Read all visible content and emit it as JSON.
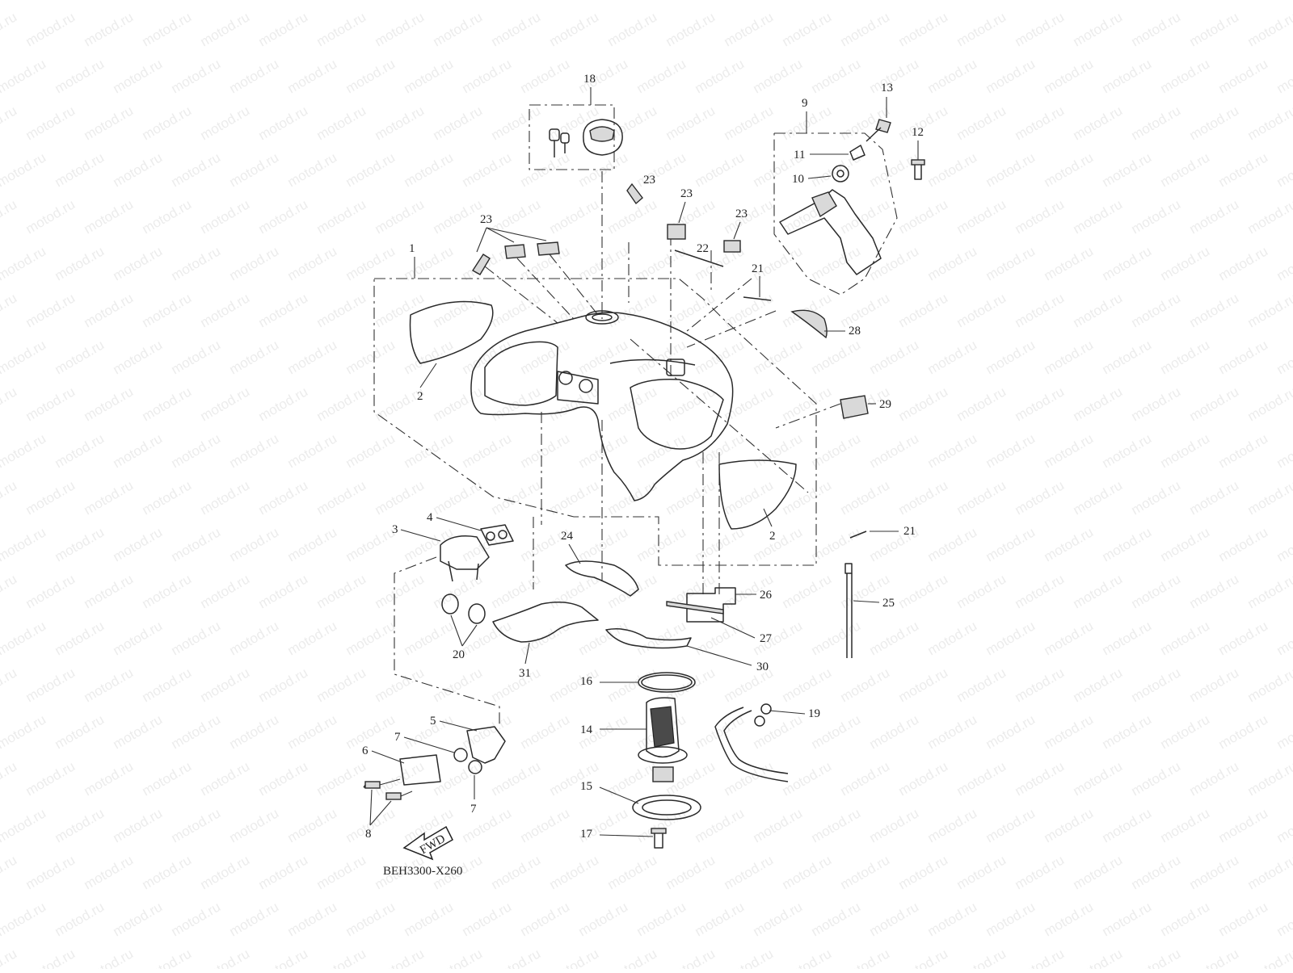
{
  "watermark": "motod.ru",
  "drawing_code": "BEH3300-X260",
  "fwd_label": "FWD",
  "callouts": [
    "1",
    "2",
    "2",
    "3",
    "4",
    "5",
    "6",
    "7",
    "7",
    "8",
    "9",
    "10",
    "11",
    "12",
    "13",
    "14",
    "15",
    "16",
    "17",
    "18",
    "19",
    "20",
    "21",
    "21",
    "22",
    "23",
    "23",
    "23",
    "23",
    "24",
    "25",
    "26",
    "27",
    "28",
    "29",
    "30",
    "31"
  ]
}
